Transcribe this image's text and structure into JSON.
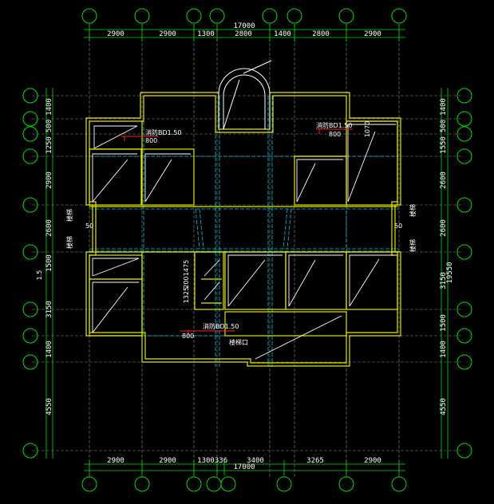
{
  "drawing": {
    "top_dims": [
      "2900",
      "2900",
      "1300",
      "2800",
      "1400",
      "2800",
      "2900"
    ],
    "top_total": "17000",
    "bottom_dims": [
      "2900",
      "2900",
      "1300",
      "336",
      "3400",
      "3265",
      "2900"
    ],
    "bottom_total": "17000",
    "left_dims": [
      "1400",
      "500",
      "1250",
      "2900",
      "2600",
      "1500",
      "3150",
      "1400",
      "4550"
    ],
    "right_dims": [
      "1400",
      "500",
      "1550",
      "2600",
      "2600",
      "3150",
      "1500",
      "1400",
      "4550"
    ],
    "right_total": "19550",
    "door_notes": [
      {
        "text": "消防BD1.50",
        "sub": "800"
      },
      {
        "text": "消防BD1.50",
        "sub": "800"
      },
      {
        "text": "消防BD1.50",
        "sub": "800"
      }
    ],
    "small_dims": [
      "50",
      "50",
      "1070",
      "1475",
      "200",
      "1325"
    ],
    "side_labels": [
      "楼梯",
      "楼梯",
      "楼梯",
      "楼梯",
      "1.5"
    ],
    "mid_label": "楼梯口"
  }
}
